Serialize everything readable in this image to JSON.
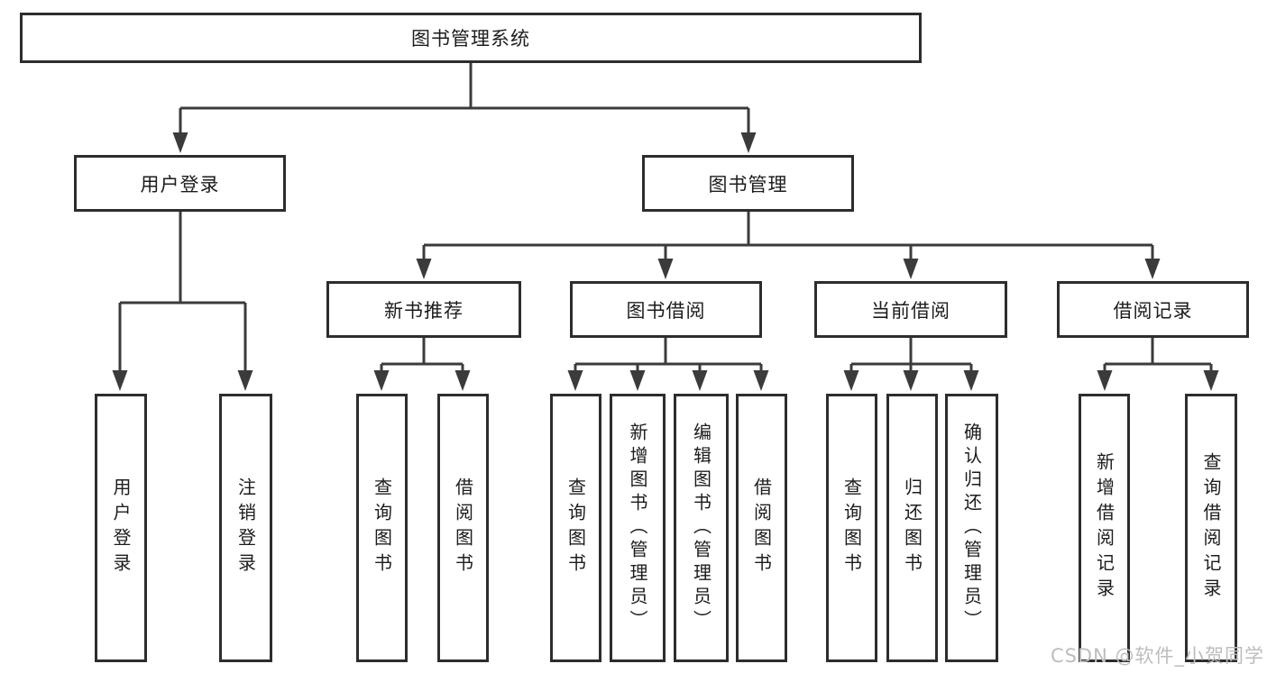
{
  "diagram_title": "图书管理系统",
  "nodes": {
    "root": "图书管理系统",
    "user_login": "用户登录",
    "book_mgmt": "图书管理",
    "new_book_rec": "新书推荐",
    "book_borrow": "图书借阅",
    "current_borrow": "当前借阅",
    "borrow_records": "借阅记录",
    "leaf_user_login": "用户登录",
    "leaf_logout": "注销登录",
    "rec_query_book": "查询图书",
    "rec_borrow_book": "借阅图书",
    "bb_query_book": "查询图书",
    "bb_add_book": "新增图书（管理员）",
    "bb_edit_book": "编辑图书（管理员）",
    "bb_borrow_book": "借阅图书",
    "cb_query_book": "查询图书",
    "cb_return_book": "归还图书",
    "cb_confirm_return": "确认归还（管理员）",
    "br_add_record": "新增借阅记录",
    "br_query_record": "查询借阅记录"
  },
  "watermark": {
    "text": "CSDN @软件_小贺同学",
    "color": "#bdbdbd"
  },
  "colors": {
    "line": "#3b3b3b",
    "box_border": "#2d2d2d",
    "text": "#1c1c1c",
    "background": "#ffffff"
  }
}
